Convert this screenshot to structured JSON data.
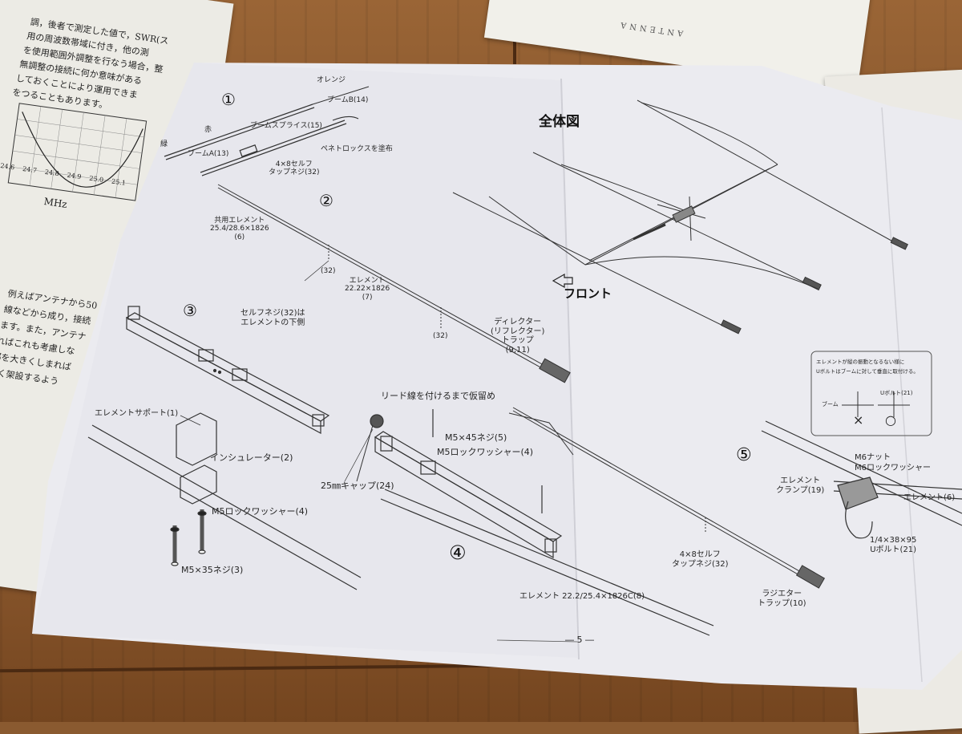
{
  "left_page": {
    "text_lines": [
      "調，後者で測定した値で，SWR(ス",
      "用の周波数帯域に付き，他の測",
      "を使用範囲外調整を行なう場合，整",
      "無調整の接続に何か意味がある",
      "しておくことにより運用できま",
      "をつることもあります。"
    ],
    "chart_xlabel": "MHz",
    "chart_ticks": [
      "24.6",
      "24.7",
      "24.8",
      "24.9",
      "25.0",
      "25.1"
    ],
    "body_lines": [
      "例えばアンテナから50",
      "線などから成り，接続",
      "ます。また，アンテナ",
      "ればこれも考慮しな",
      "部を大きくしまれば",
      "高く架設するよう"
    ]
  },
  "manual": {
    "page_number": "― 5 ―",
    "overview_title": "全体図",
    "front_label": "フロント",
    "steps": {
      "s1": "①",
      "s2": "②",
      "s3": "③",
      "s4": "④",
      "s5": "⑤"
    },
    "step1": {
      "orange": "オレンジ",
      "boom_b": "ブームB(14)",
      "boom_splice": "ブームスプライス(15)",
      "red": "赤",
      "green": "緑",
      "boom_a": "ブームA(13)",
      "pentrox": "ペネトロックスを塗布",
      "screw_line1": "4×8セルフ",
      "screw_line2": "タップネジ(32)"
    },
    "step2": {
      "common_element_l1": "共用エレメント",
      "common_element_l2": "25.4/28.6×1826",
      "common_element_l3": "(6)",
      "mark32a": "(32)",
      "element_l1": "エレメント",
      "element_l2": "22.22×1826",
      "element_l3": "(7)",
      "self_screw_l1": "セルフネジ(32)は",
      "self_screw_l2": "エレメントの下側",
      "mark32b": "(32)",
      "director_l1": "ディレクター",
      "director_l2": "(リフレクター)",
      "director_l3": "トラップ",
      "director_l4": "(9,11)"
    },
    "step3": {
      "element_support": "エレメントサポート(1)",
      "insulator": "インシュレーター(2)",
      "lock_washer": "M5ロックワッシャー(4)",
      "screw35": "M5×35ネジ(3)"
    },
    "step4": {
      "lead_note": "リード線を付けるまで仮留め",
      "screw45": "M5×45ネジ(5)",
      "lock_washer": "M5ロックワッシャー(4)",
      "cap": "25㎜キャップ(24)",
      "tap_l1": "4×8セルフ",
      "tap_l2": "タップネジ(32)",
      "radiator_l1": "ラジエター",
      "radiator_l2": "トラップ(10)",
      "element_bottom": "エレメント 22.2/25.4×1826C(8)"
    },
    "step5": {
      "note_l1": "エレメントが縦の振動となるない様に",
      "note_l2": "Uボルトはブームに対して垂直に取付ける。",
      "ubolt_small": "Uボルト(21)",
      "boom": "ブーム",
      "mark_x": "×",
      "mark_o": "○",
      "m6_nut": "M6ナット",
      "m6_washer": "M6ロックワッシャー",
      "clamp_l1": "エレメント",
      "clamp_l2": "クランプ(19)",
      "element6": "エレメント(6)",
      "ubolt_l1": "1/4×38×95",
      "ubolt_l2": "Uボルト(21)"
    }
  },
  "top_right_sheet_text": "ANTENNA"
}
